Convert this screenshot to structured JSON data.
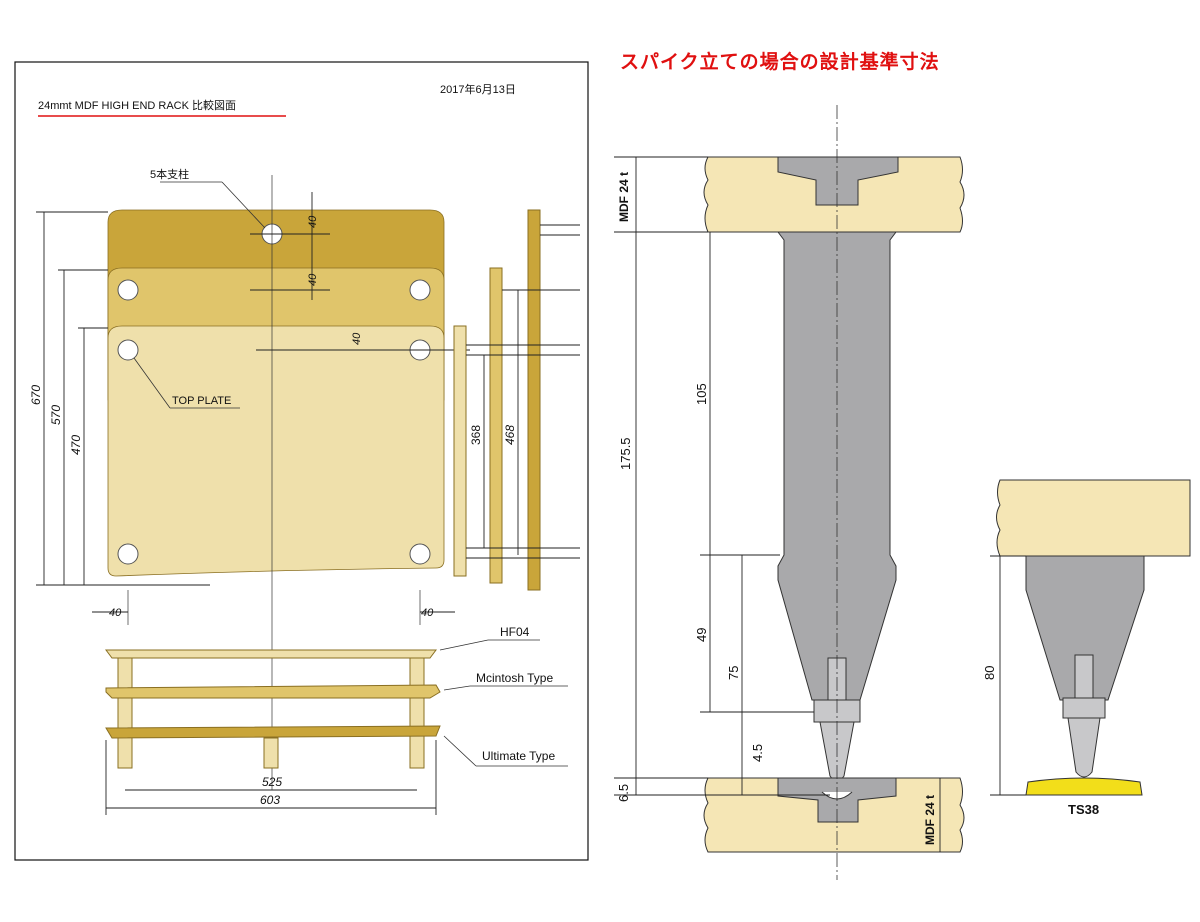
{
  "left_panel": {
    "date": "2017年6月13日",
    "title": "24mmt MDF HIGH END RACK  比較図面",
    "callout_columns": "5本支柱",
    "callout_top_plate": "TOP PLATE",
    "dims": {
      "h670": "670",
      "h570": "570",
      "h470": "470",
      "g40a": "40",
      "g40b": "40",
      "g40c": "40",
      "w40l": "40",
      "w40r": "40",
      "s368": "368",
      "s468": "468",
      "w525": "525",
      "w603": "603"
    },
    "types": {
      "hf04": "HF04",
      "mcintosh": "Mcintosh Type",
      "ultimate": "Ultimate Type"
    }
  },
  "right_panel": {
    "title": "スパイク立ての場合の設計基準寸法",
    "dims": {
      "mdf_top": "MDF 24 t",
      "mdf_bottom": "MDF 24 t",
      "d175_5": "175.5",
      "d105": "105",
      "d49": "49",
      "d75": "75",
      "d4_5": "4.5",
      "d6_5": "6.5",
      "d80": "80"
    },
    "ts_label": "TS38"
  },
  "colors": {
    "plate_dark": "#c9a53a",
    "plate_mid": "#e0c56b",
    "plate_light": "#efe0ab",
    "mdf": "#f5e6b5",
    "metal": "#a9a9ab",
    "title_red": "#e01010",
    "ts38": "#f2de1a"
  }
}
